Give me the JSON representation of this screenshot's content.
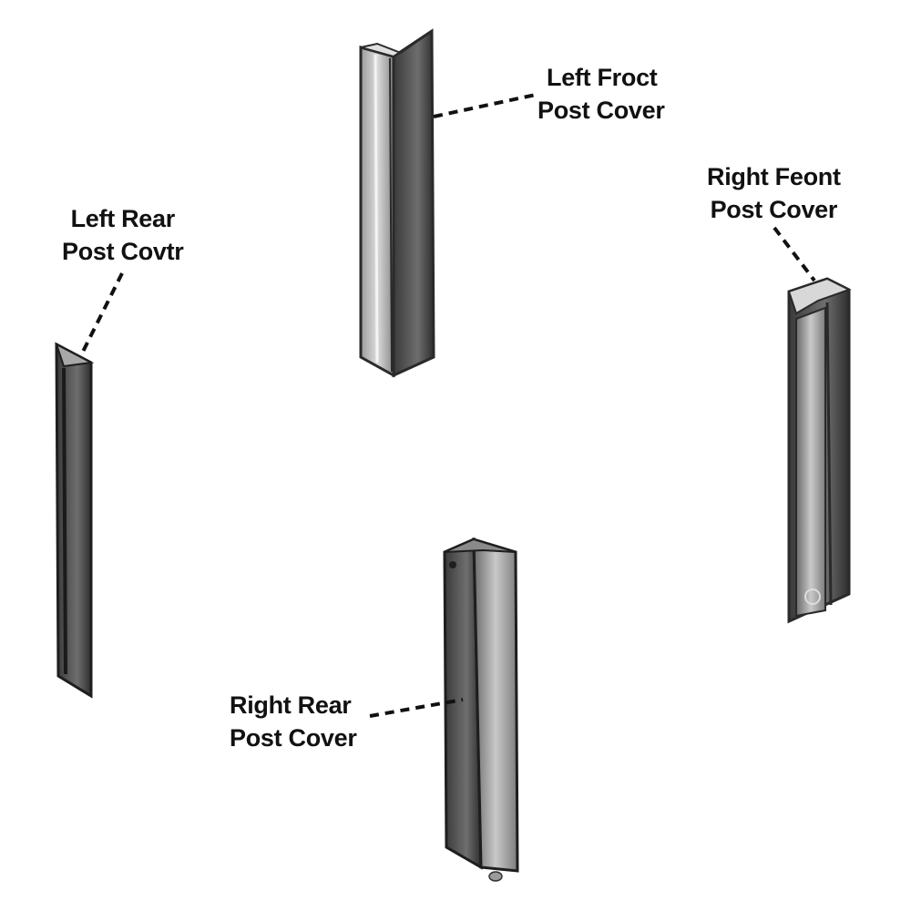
{
  "parts": [
    {
      "id": "left-front",
      "line1": "Left Froct",
      "line2": "Post Cover"
    },
    {
      "id": "right-front",
      "line1": "Right Feont",
      "line2": "Post Cover"
    },
    {
      "id": "left-rear",
      "line1": "Left Rear",
      "line2": "Post Covtr"
    },
    {
      "id": "right-rear",
      "line1": "Right Rear",
      "line2": "Post Cover"
    }
  ],
  "colors": {
    "background": "#ffffff",
    "metal_dark": "#3a3a3a",
    "metal_mid": "#6e6e6e",
    "metal_light": "#b8b8b8",
    "leader": "#111111"
  }
}
